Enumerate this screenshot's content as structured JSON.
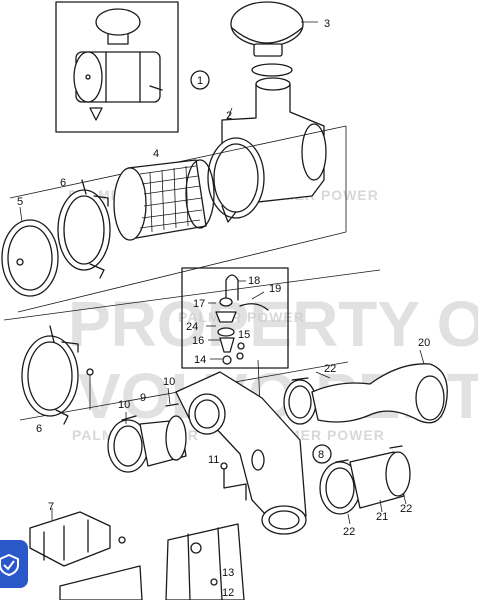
{
  "watermark": {
    "line1": "PROPERTY OF",
    "line2": "VOLVO PENTA",
    "small": "PALMER POWER"
  },
  "callouts": [
    {
      "id": "c3",
      "text": "3"
    },
    {
      "id": "c1",
      "text": "1"
    },
    {
      "id": "c2",
      "text": "2"
    },
    {
      "id": "c4",
      "text": "4"
    },
    {
      "id": "c6a",
      "text": "6"
    },
    {
      "id": "c5",
      "text": "5"
    },
    {
      "id": "c18",
      "text": "18"
    },
    {
      "id": "c19",
      "text": "19"
    },
    {
      "id": "c17",
      "text": "17"
    },
    {
      "id": "c24",
      "text": "24"
    },
    {
      "id": "c15",
      "text": "15"
    },
    {
      "id": "c16",
      "text": "16"
    },
    {
      "id": "c14",
      "text": "14"
    },
    {
      "id": "c20",
      "text": "20"
    },
    {
      "id": "c22a",
      "text": "22"
    },
    {
      "id": "c10a",
      "text": "10"
    },
    {
      "id": "c10b",
      "text": "10"
    },
    {
      "id": "c9",
      "text": "9"
    },
    {
      "id": "c6b",
      "text": "6"
    },
    {
      "id": "c8",
      "text": "8"
    },
    {
      "id": "c11",
      "text": "11"
    },
    {
      "id": "c7",
      "text": "7"
    },
    {
      "id": "c22b",
      "text": "22"
    },
    {
      "id": "c21",
      "text": "21"
    },
    {
      "id": "c22c",
      "text": "22"
    },
    {
      "id": "c13",
      "text": "13"
    },
    {
      "id": "c12",
      "text": "12"
    }
  ],
  "colors": {
    "badge": "#2a58c8",
    "line": "#1a1a1a"
  }
}
